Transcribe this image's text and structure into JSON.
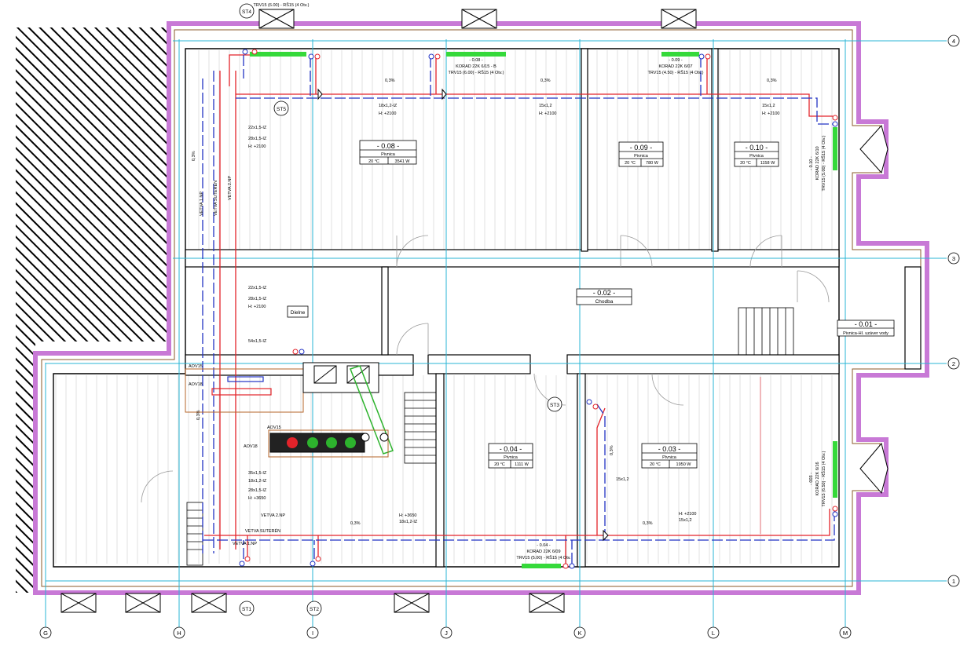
{
  "axes": {
    "columns": [
      "G",
      "H",
      "I",
      "J",
      "K",
      "L",
      "M"
    ],
    "rows": [
      "1",
      "2",
      "3",
      "4"
    ]
  },
  "rooms": [
    {
      "code": "- 0.08 -",
      "name": "Pivnica",
      "temp": "20 °C",
      "load": "3541 W"
    },
    {
      "code": "- 0.09 -",
      "name": "Pivnica",
      "temp": "20 °C",
      "load": "780 W"
    },
    {
      "code": "- 0.10 -",
      "name": "Pivnica",
      "temp": "20 °C",
      "load": "1158 W"
    },
    {
      "code": "- 0.04 -",
      "name": "Pivnica",
      "temp": "20 °C",
      "load": "1111 W"
    },
    {
      "code": "- 0.03 -",
      "name": "Pivnica",
      "temp": "20 °C",
      "load": "1950 W"
    },
    {
      "code": "- 0.02 -",
      "name": "Chodba"
    },
    {
      "code": "- 0.01 -",
      "name": "Pivnica-HI. uzáver vody"
    }
  ],
  "radiators": {
    "r08": {
      "code": "- 0.08 -",
      "type": "KORAD 22K 6/15 - B",
      "valve": "TRV15 (6.00) - RŠ15 (4 Otv.)"
    },
    "r09": {
      "code": "- 0.09 -",
      "type": "KORAD 22K 6/07",
      "valve": "TRV15 (4.50) - RŠ15 (4 Otv.)"
    },
    "r08top": {
      "valve": "TRV15 (6.00) - RŠ15 (4 Otv.)"
    },
    "r10": {
      "code": "- 0.10 -",
      "type": "KORAD 22K 6/10",
      "valve": "TRV15 (5.00) - RŠ15 (4 Otv.)"
    },
    "r04": {
      "code": "- 0.04 -",
      "type": "KORAD 22K 6/09",
      "valve": "TRV15 (5.00) - RŠ15 (4 Otv."
    },
    "r03": {
      "code": "- 003 -",
      "type": "KORAD 22K 6/16",
      "valve": "TRV15 (6.50) - RŠ15 (4 Otv.)"
    }
  },
  "risers": [
    "ST1",
    "ST2",
    "ST3",
    "ST4",
    "ST5"
  ],
  "branches": {
    "b1": "VETVA 1.NP",
    "b2": "VETVA 2.NP",
    "bs": "VETVA SUTERÉN"
  },
  "pipe_labels": {
    "p22": "22x1,5-IZ",
    "p28": "28x1,5-IZ",
    "p35": "35x1,5-IZ",
    "p18iz": "18x1,2-IZ",
    "p54": "54x1,5-IZ",
    "p15": "15x1,2",
    "h2100": "H: +2100",
    "h3650": "H: +3650",
    "slope": "0,3%"
  },
  "fittings": {
    "aov15": "AOV15",
    "aov18": "AOV18"
  },
  "stairs_label": "Dielne",
  "colors": {
    "supply": "#e3232a",
    "return": "#2233c4",
    "grid": "#28b6d6",
    "insulation": "#c879d6",
    "radiator": "#35d93a",
    "fitting_green": "#2db32d",
    "boiler_brown": "#b5652a"
  }
}
